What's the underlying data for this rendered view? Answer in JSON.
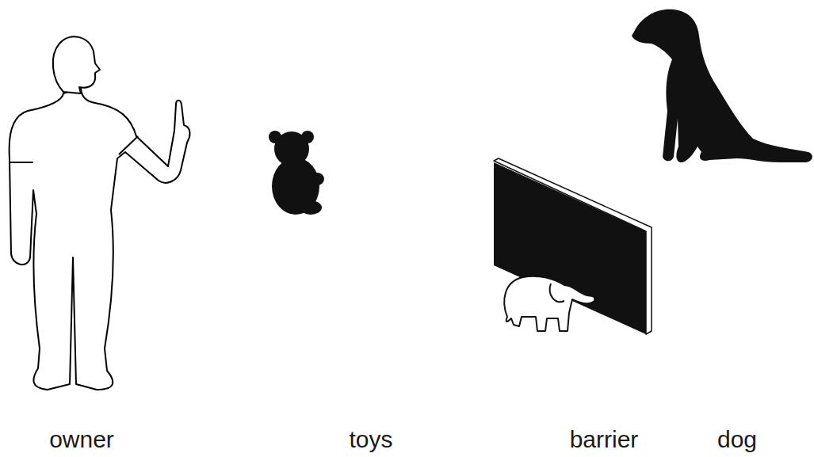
{
  "diagram": {
    "labels": [
      "owner",
      "toys",
      "barrier",
      "dog"
    ]
  }
}
